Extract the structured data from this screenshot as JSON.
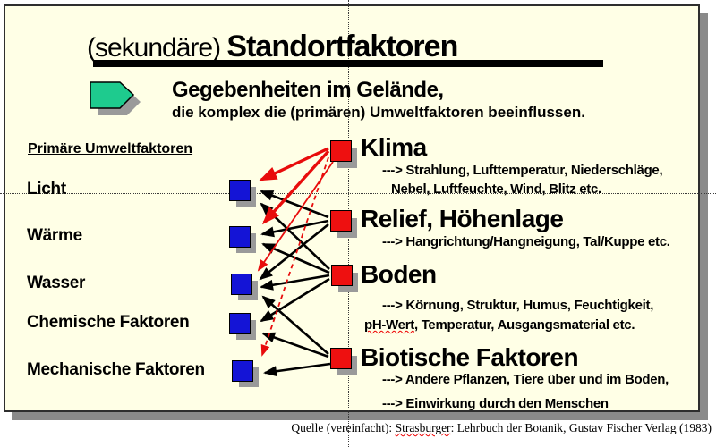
{
  "slide": {
    "title_prefix": "(sekundäre) ",
    "title_main": "Standortfaktoren",
    "subtitle_line1": "Gegebenheiten im Gelände,",
    "subtitle_line2": "die komplex die (primären) Umweltfaktoren beeinflussen.",
    "primary_header": "Primäre Umweltfaktoren",
    "primary_factors": [
      "Licht",
      "Wärme",
      "Wasser",
      "Chemische Faktoren",
      "Mechanische Faktoren"
    ],
    "secondary_factors": [
      {
        "title": "Klima",
        "desc1": "---> Strahlung, Lufttemperatur, Niederschläge,",
        "desc2": "Nebel, Luftfeuchte, Wind, Blitz etc."
      },
      {
        "title": "Relief, Höhenlage",
        "desc1": "---> Hangrichtung/Hangneigung, Tal/Kuppe etc."
      },
      {
        "title": "Boden",
        "desc1": "---> Körnung, Struktur, Humus, Feuchtigkeit,",
        "desc2_word": "pH-Wert",
        "desc2_rest": ", Temperatur, Ausgangsmaterial etc."
      },
      {
        "title": "Biotische Faktoren",
        "desc1": "---> Andere Pflanzen, Tiere über und im Boden,",
        "desc2": "---> Einwirkung durch den Menschen"
      }
    ],
    "caption_pre": "Quelle (vereinfacht): ",
    "caption_word": "Strasburger",
    "caption_post": ": Lehrbuch der Botanik, Gustav Fischer Verlag (1983)"
  },
  "icons": {
    "pointer_arrow": "pointer-arrow-icon"
  },
  "colors": {
    "panel_background": "#FFFFE6",
    "primary_square_blue": "#1414d6",
    "secondary_square_red": "#ee1010",
    "pointer_green": "#1ecb8e",
    "shadow_gray": "#9a9a9a",
    "arrow_black": "#000000",
    "arrow_red": "#e80c0c"
  },
  "connections": {
    "red_thick": [
      [
        "Klima",
        "Licht"
      ],
      [
        "Klima",
        "Wärme"
      ]
    ],
    "red_thin": [
      [
        "Klima",
        "Wasser"
      ]
    ],
    "red_dashed": [
      [
        "Klima",
        "Mechanische Faktoren"
      ]
    ],
    "black": [
      [
        "Relief, Höhenlage",
        "Licht"
      ],
      [
        "Relief, Höhenlage",
        "Wärme"
      ],
      [
        "Relief, Höhenlage",
        "Wasser"
      ],
      [
        "Boden",
        "Licht"
      ],
      [
        "Boden",
        "Wärme"
      ],
      [
        "Boden",
        "Wasser"
      ],
      [
        "Boden",
        "Chemische Faktoren"
      ],
      [
        "Biotische Faktoren",
        "Wasser"
      ],
      [
        "Biotische Faktoren",
        "Chemische Faktoren"
      ],
      [
        "Biotische Faktoren",
        "Mechanische Faktoren"
      ]
    ]
  }
}
